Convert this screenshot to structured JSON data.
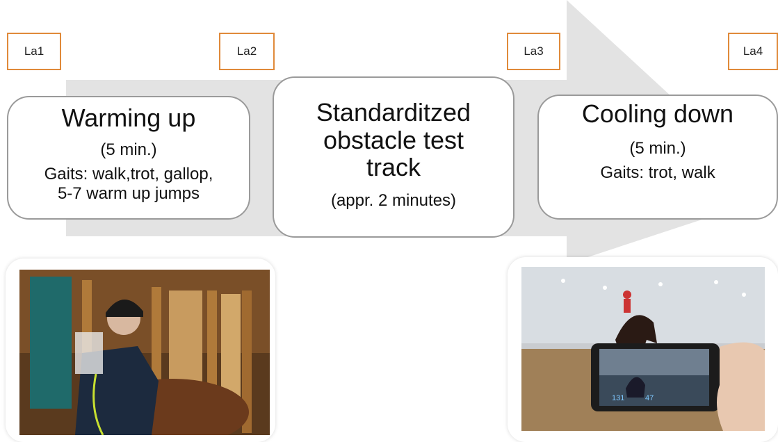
{
  "labels": [
    "La1",
    "La2",
    "La3",
    "La4"
  ],
  "stages": [
    {
      "title": "Warming up",
      "duration": "(5 min.)",
      "gaits": "Gaits: walk,trot, gallop,",
      "extra": "5-7 warm up jumps"
    },
    {
      "title_lines": [
        "Standarditzed",
        "obstacle test",
        "track"
      ],
      "duration": "(appr. 2 minutes)"
    },
    {
      "title": "Cooling down",
      "duration": "(5 min.)",
      "gaits": "Gaits: trot, walk"
    }
  ],
  "phone_readout": {
    "left": "131",
    "right": "47"
  },
  "icons": [
    "rider-warming-up-photo",
    "phone-recording-photo"
  ],
  "colors": {
    "label_border": "#e08a3a",
    "arrow_fill": "#e3e3e3",
    "stage_border": "#9a9a9a"
  }
}
